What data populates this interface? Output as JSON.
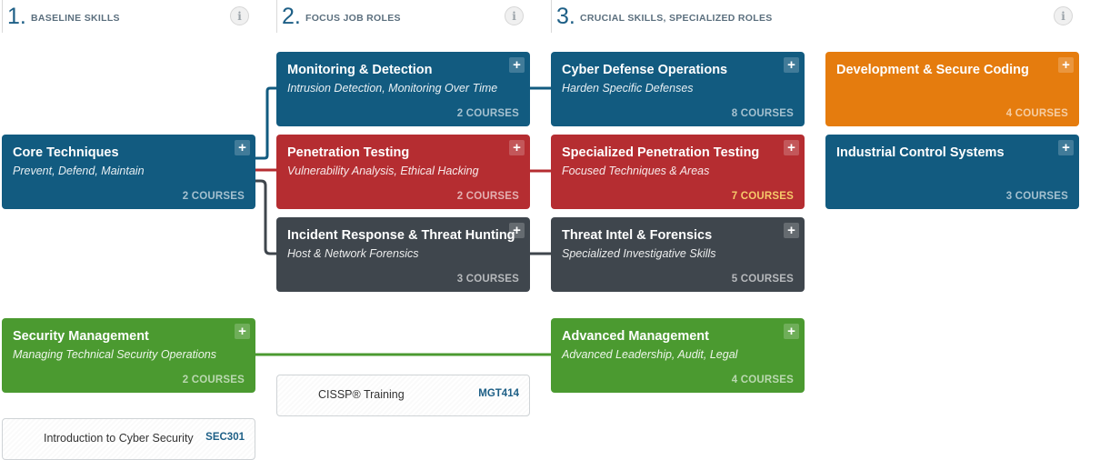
{
  "columns": [
    {
      "num": "1.",
      "title": "BASELINE SKILLS",
      "info_icon": "info-icon"
    },
    {
      "num": "2.",
      "title": "FOCUS JOB ROLES",
      "info_icon": "info-icon"
    },
    {
      "num": "3.",
      "title": "CRUCIAL SKILLS, SPECIALIZED ROLES",
      "info_icon": "info-icon"
    }
  ],
  "cards": {
    "core": {
      "title": "Core Techniques",
      "subtitle": "Prevent, Defend, Maintain",
      "count": "2 COURSES",
      "color": "#125b80"
    },
    "monitoring": {
      "title": "Monitoring & Detection",
      "subtitle": "Intrusion Detection, Monitoring Over Time",
      "count": "2 COURSES",
      "color": "#125b80"
    },
    "pentest": {
      "title": "Penetration Testing",
      "subtitle": "Vulnerability Analysis, Ethical Hacking",
      "count": "2 COURSES",
      "color": "#b52d31"
    },
    "incident": {
      "title": "Incident Response & Threat Hunting",
      "subtitle": "Host & Network Forensics",
      "count": "3 COURSES",
      "color": "#3f464d"
    },
    "cyberdef": {
      "title": "Cyber Defense Operations",
      "subtitle": "Harden Specific Defenses",
      "count": "8 COURSES",
      "color": "#125b80"
    },
    "specpen": {
      "title": "Specialized Penetration Testing",
      "subtitle": "Focused Techniques & Areas",
      "count": "7 COURSES",
      "color": "#b52d31"
    },
    "threatintel": {
      "title": "Threat Intel & Forensics",
      "subtitle": "Specialized Investigative Skills",
      "count": "5 COURSES",
      "color": "#3f464d"
    },
    "devsecure": {
      "title": "Development & Secure Coding",
      "subtitle": "",
      "count": "4 COURSES",
      "color": "#e57c0e"
    },
    "ics": {
      "title": "Industrial Control Systems",
      "subtitle": "",
      "count": "3 COURSES",
      "color": "#125b80"
    },
    "secmgmt": {
      "title": "Security Management",
      "subtitle": "Managing Technical Security Operations",
      "count": "2 COURSES",
      "color": "#4b9a30"
    },
    "advmgmt": {
      "title": "Advanced Management",
      "subtitle": "Advanced Leadership, Audit, Legal",
      "count": "4 COURSES",
      "color": "#4b9a30"
    }
  },
  "expand_symbol": "+",
  "courses": {
    "cissp": {
      "name": "CISSP® Training",
      "code": "MGT414"
    },
    "intro": {
      "name": "Introduction to Cyber Security",
      "code": "SEC301"
    }
  },
  "connector_colors": {
    "blue": "#125b80",
    "red": "#b52d31",
    "grey": "#3f464d",
    "green": "#4b9a30"
  }
}
